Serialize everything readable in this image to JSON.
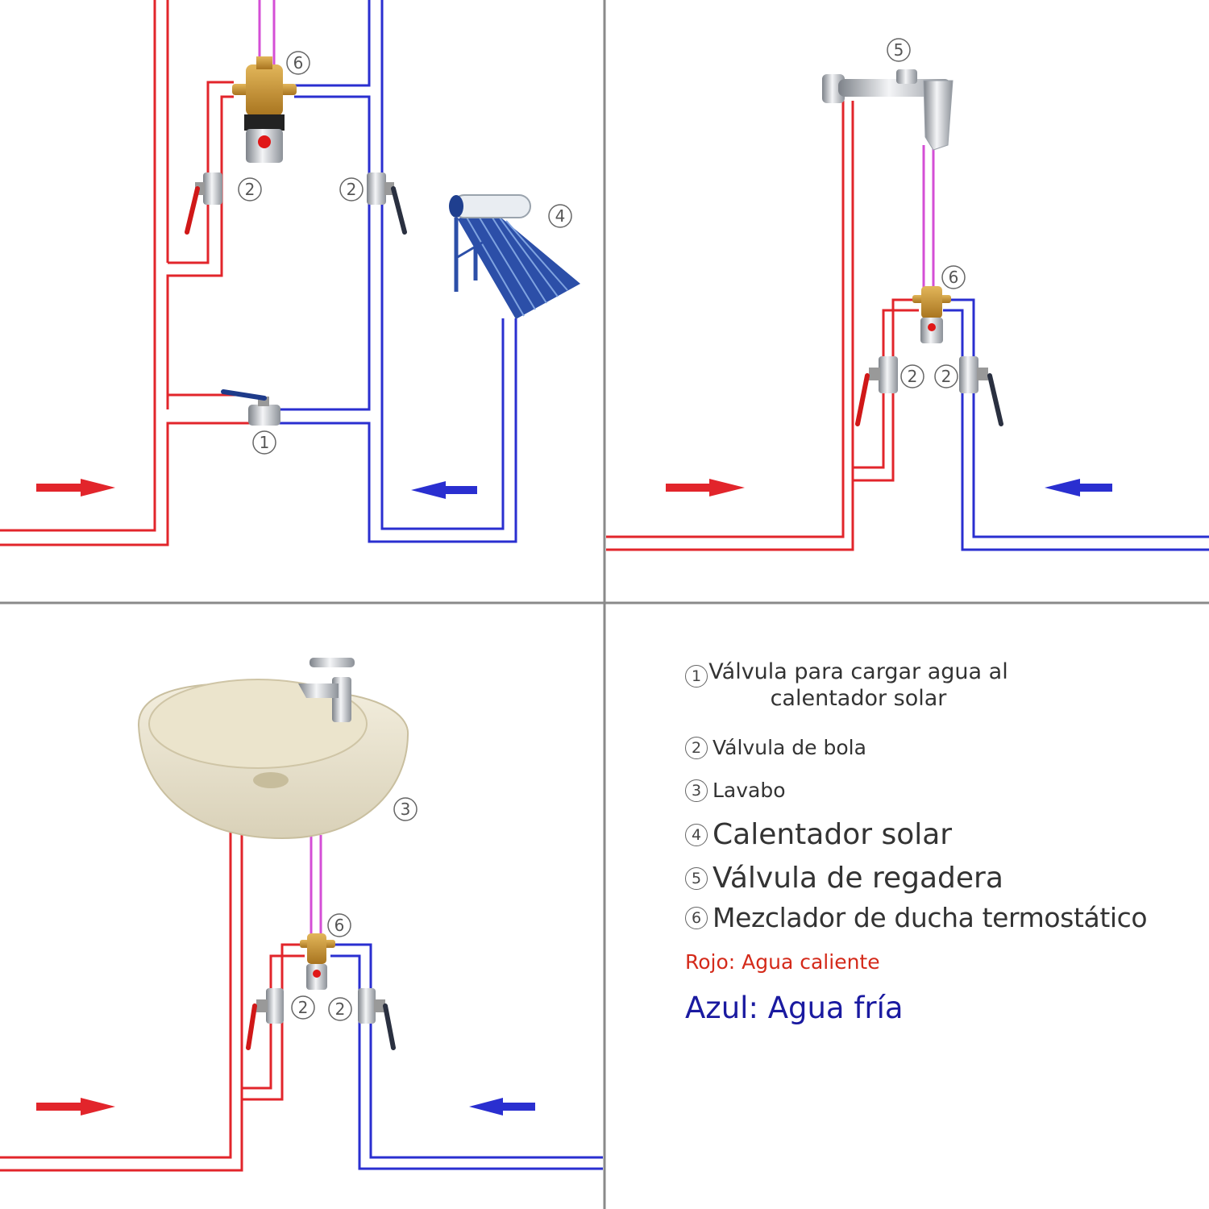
{
  "markers": {
    "n1": "1",
    "n2": "2",
    "n3": "3",
    "n4": "4",
    "n5": "5",
    "n6": "6"
  },
  "legend": {
    "item1_line1": "Válvula para cargar agua al",
    "item1_line2": "calentador solar",
    "item2": "Válvula de bola",
    "item3": "Lavabo",
    "item4": "Calentador solar",
    "item5": "Válvula de regadera",
    "item6": "Mezclador de ducha termostático",
    "hot": "Rojo: Agua caliente",
    "cold": "Azul: Agua fría"
  },
  "colors": {
    "hot_pipe": "#e2252b",
    "cold_pipe": "#2a2fd0",
    "mixed_pipe": "#d44fd6",
    "divider": "#8a8a8a",
    "hot_text": "#d42a1a",
    "cold_text": "#1a1aa0",
    "brass": "#c9962e",
    "chrome": "#c8cbd0"
  }
}
